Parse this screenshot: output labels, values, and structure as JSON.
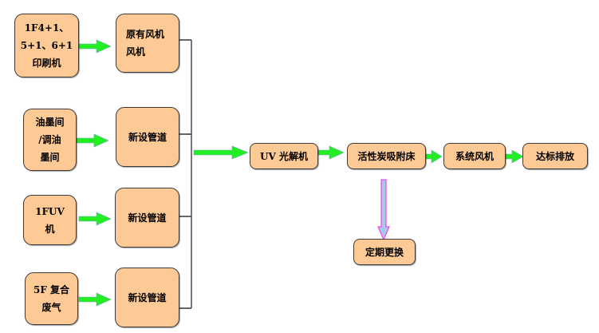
{
  "diagram": {
    "sources": [
      {
        "lines": [
          "1F4+1、",
          "5+1、6+1",
          "印刷机"
        ]
      },
      {
        "lines": [
          "油墨间",
          "/调油",
          "墨间"
        ]
      },
      {
        "lines": [
          "1FUV",
          "机"
        ]
      },
      {
        "lines": [
          "5F 复合",
          "废气"
        ]
      }
    ],
    "pipes": [
      {
        "lines": [
          "原有风机",
          "风机"
        ]
      },
      {
        "lines": [
          "新设管道"
        ]
      },
      {
        "lines": [
          "新设管道"
        ]
      },
      {
        "lines": [
          "新设管道"
        ]
      }
    ],
    "process": [
      {
        "label": "UV 光解机"
      },
      {
        "label": "活性炭吸附床"
      },
      {
        "label": "系统风机"
      },
      {
        "label": "达标排放"
      }
    ],
    "maintenance": {
      "label": "定期更换"
    }
  },
  "colors": {
    "box_fill": "#fdca96",
    "box_border": "#3a3a3a",
    "flow_arrow": "#22ee22",
    "maintenance_arrow_fill": "#a8c8e8",
    "maintenance_arrow_stroke": "#ee44ee"
  }
}
